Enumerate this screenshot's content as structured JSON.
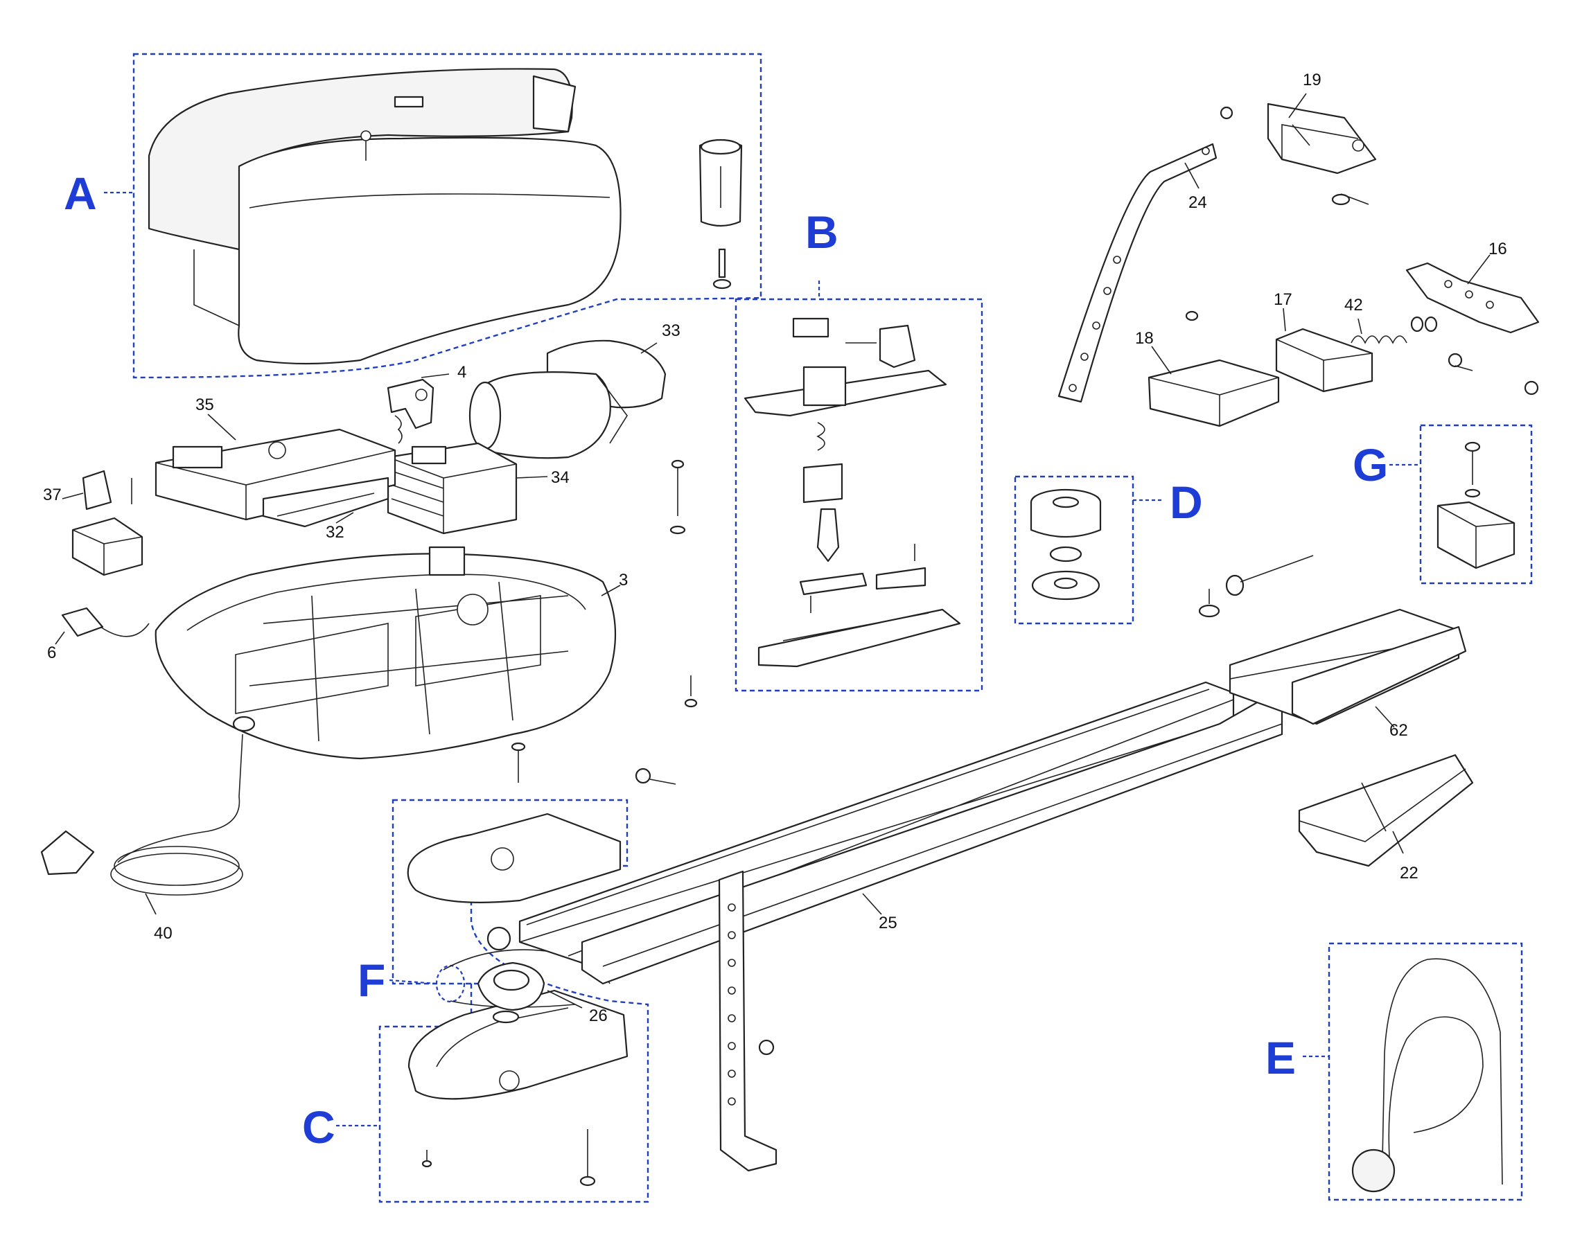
{
  "colors": {
    "group_outline": "#1f3fbf",
    "group_letter": "#1e3cd6",
    "line": "#222222",
    "background": "#ffffff"
  },
  "group_labels": {
    "A": "A",
    "B": "B",
    "C": "C",
    "D": "D",
    "E": "E",
    "F": "F",
    "G": "G"
  },
  "part_numbers": {
    "p3": "3",
    "p4": "4",
    "p6": "6",
    "p16": "16",
    "p17": "17",
    "p18": "18",
    "p19": "19",
    "p22": "22",
    "p24": "24",
    "p25": "25",
    "p26": "26",
    "p32": "32",
    "p33": "33",
    "p34": "34",
    "p35": "35",
    "p37": "37",
    "p40": "40",
    "p42": "42",
    "p62": "62"
  }
}
